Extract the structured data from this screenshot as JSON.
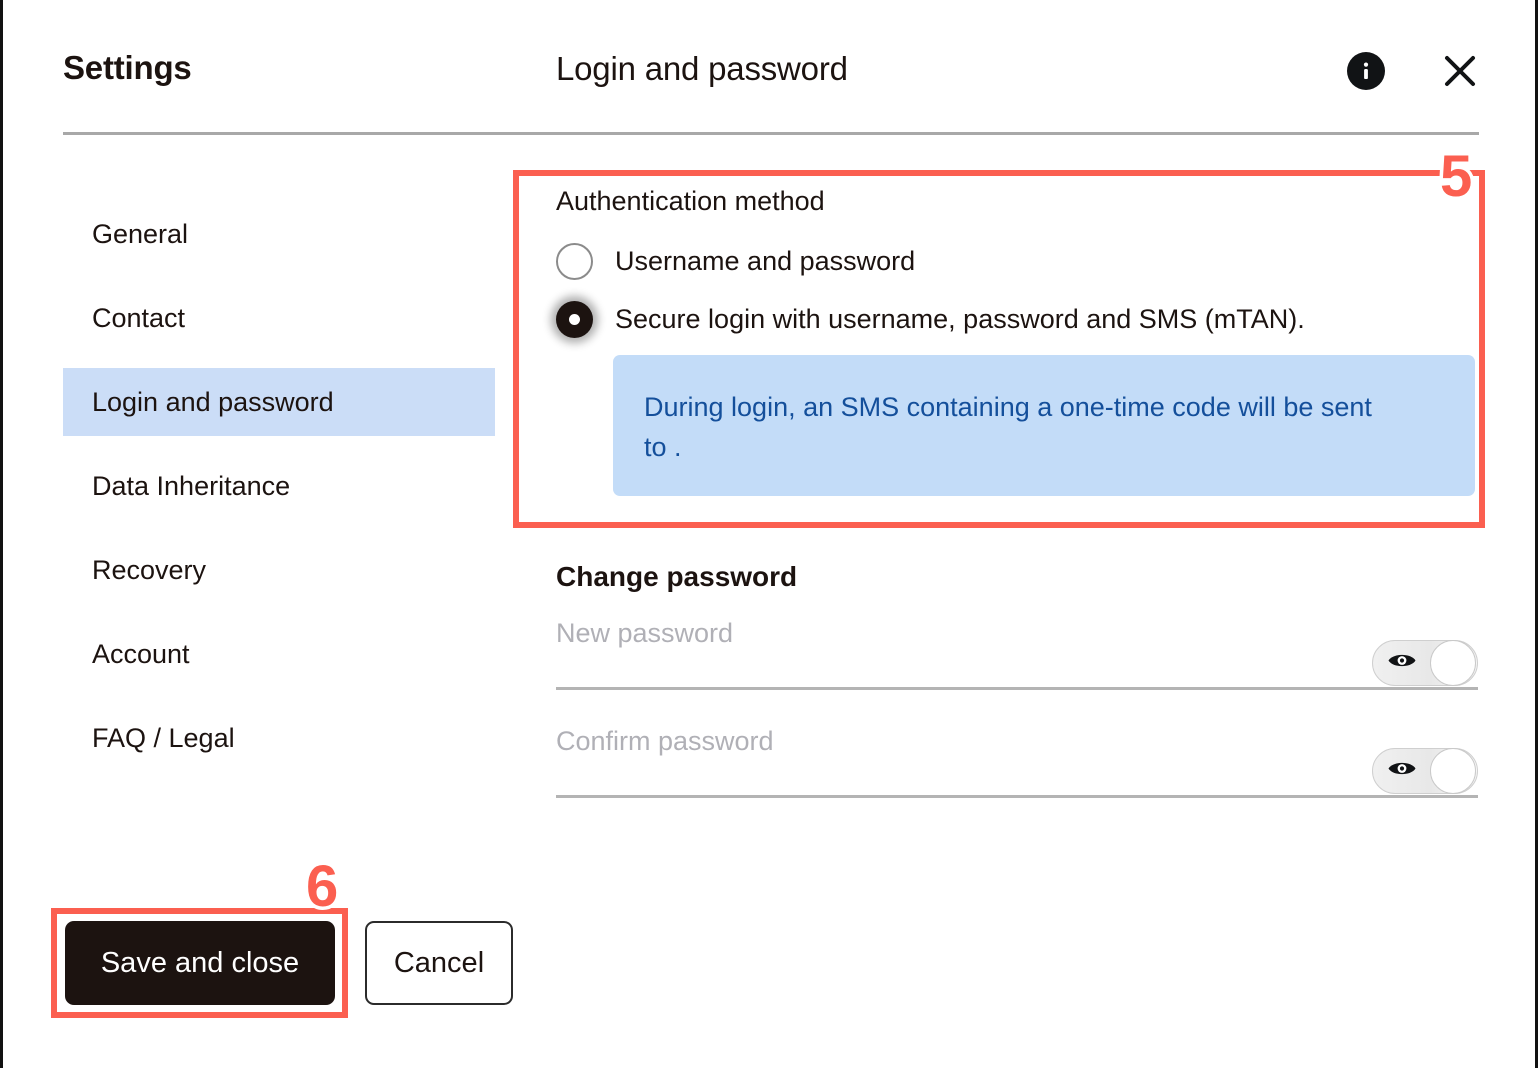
{
  "header": {
    "settings_label": "Settings",
    "page_title": "Login and password",
    "info_icon": "info-icon",
    "close_icon": "close-icon"
  },
  "sidebar": {
    "items": [
      {
        "label": "General",
        "active": false
      },
      {
        "label": "Contact",
        "active": false
      },
      {
        "label": "Login and password",
        "active": true
      },
      {
        "label": "Data Inheritance",
        "active": false
      },
      {
        "label": "Recovery",
        "active": false
      },
      {
        "label": "Account",
        "active": false
      },
      {
        "label": "FAQ / Legal",
        "active": false
      }
    ]
  },
  "auth": {
    "section_label": "Authentication method",
    "options": [
      {
        "label": "Username and password",
        "selected": false
      },
      {
        "label": "Secure login with username, password and SMS (mTAN).",
        "selected": true
      }
    ],
    "info_text": "During login, an SMS containing a one-time code will be sent to ."
  },
  "change_password": {
    "title": "Change password",
    "new_password_placeholder": "New password",
    "new_password_value": "",
    "confirm_password_placeholder": "Confirm password",
    "confirm_password_value": "",
    "reveal_icon": "eye-icon"
  },
  "footer": {
    "save_label": "Save and close",
    "cancel_label": "Cancel"
  },
  "annotations": {
    "step_5": "5",
    "step_6": "6",
    "highlight_color": "#fb5f50"
  },
  "colors": {
    "accent_highlight": "#fb5f50",
    "sidebar_active_bg": "#cbddf7",
    "info_panel_bg": "#c3dcf8",
    "info_panel_text": "#144f9b",
    "primary_button_bg": "#1c1310"
  }
}
